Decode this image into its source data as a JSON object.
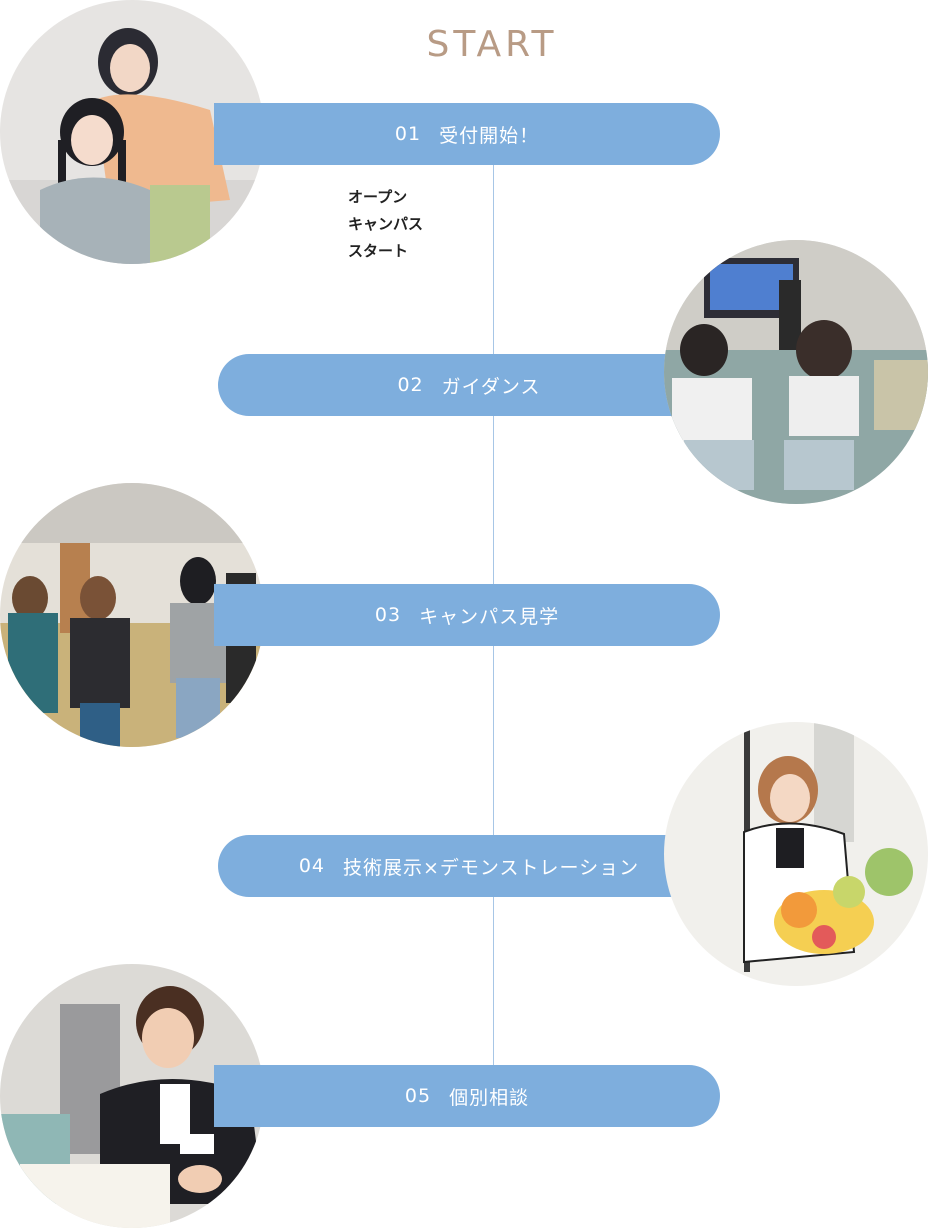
{
  "header": {
    "title": "START"
  },
  "intro_note": {
    "lines": [
      "オープン",
      "キャンパス",
      "スタート"
    ]
  },
  "steps": [
    {
      "num": "01",
      "label": "受付開始！",
      "photo": "two-students-posing-photo"
    },
    {
      "num": "02",
      "label": "ガイダンス",
      "photo": "guidance-classroom-photo"
    },
    {
      "num": "03",
      "label": "キャンパス見学",
      "photo": "campus-tour-photo"
    },
    {
      "num": "04",
      "label": "技術展示×デモンストレーション",
      "photo": "food-art-demo-photo"
    },
    {
      "num": "05",
      "label": "個別相談",
      "photo": "consultation-staff-photo"
    }
  ],
  "colors": {
    "accent": "#7eaedd",
    "title": "#b89b85",
    "line": "#a7c6e6"
  }
}
